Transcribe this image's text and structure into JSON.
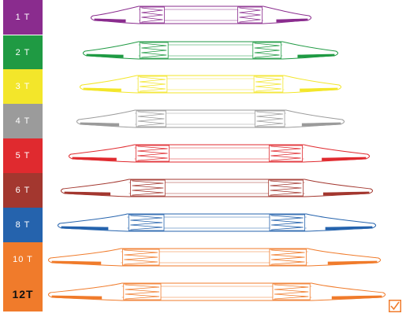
{
  "capacities": [
    {
      "label": "1 T",
      "color": "#8a2c8e",
      "text_color": "#ffffff",
      "bold": false
    },
    {
      "label": "2 T",
      "color": "#1f9a43",
      "text_color": "#ffffff",
      "bold": false
    },
    {
      "label": "3 T",
      "color": "#f3e62a",
      "text_color": "#ffffff",
      "bold": false
    },
    {
      "label": "4 T",
      "color": "#9b9b9b",
      "text_color": "#ffffff",
      "bold": false
    },
    {
      "label": "5 T",
      "color": "#e02a2f",
      "text_color": "#ffffff",
      "bold": false
    },
    {
      "label": "6 T",
      "color": "#a3372f",
      "text_color": "#ffffff",
      "bold": false
    },
    {
      "label": "8 T",
      "color": "#2563ad",
      "text_color": "#ffffff",
      "bold": false
    },
    {
      "label": "10 T",
      "color": "#f07b2b",
      "text_color": "#ffffff",
      "bold": false
    },
    {
      "label": "12T",
      "color": "#f07b2b",
      "text_color": "#111111",
      "bold": true
    }
  ],
  "selected_index": 8,
  "checkbox": {
    "checked": true,
    "color": "#f07b2b",
    "icon": "checkmark-icon"
  }
}
